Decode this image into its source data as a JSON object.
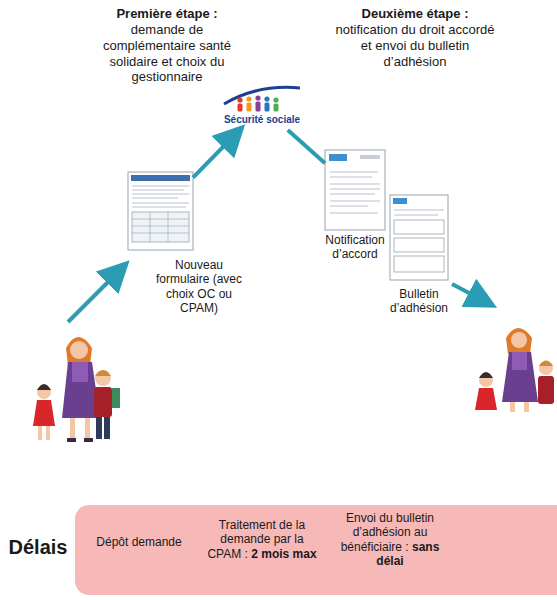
{
  "diagram": {
    "nodes": [
      {
        "text": [
          "Nouveau formulaire (avec choix OC ou CPAM)"
        ]
      },
      {
        "text": [
          "Sécurité sociale"
        ]
      },
      {
        "text": [
          "Notification d’accord"
        ]
      },
      {
        "text": [
          "Bulletin d’adhésion"
        ]
      },
      {
        "text": [
          "Dépôt demande",
          "Traitement de la demande par la CPAM : 2 mois max",
          "Envoi du bulletin d’adhésion au bénéficiaire : sans délai"
        ]
      }
    ],
    "edges": [
      {
        "from": 0,
        "to": 1,
        "arrow": "to"
      },
      {
        "from": 1,
        "to": 2,
        "arrow": "none"
      }
    ],
    "labels": [
      "Première étape : demande de complémentaire santé solidaire et choix du gestionnaire",
      "Deuxième étape : notification du droit accordé et envoi du bulletin d’adhésion",
      "Délais"
    ]
  }
}
